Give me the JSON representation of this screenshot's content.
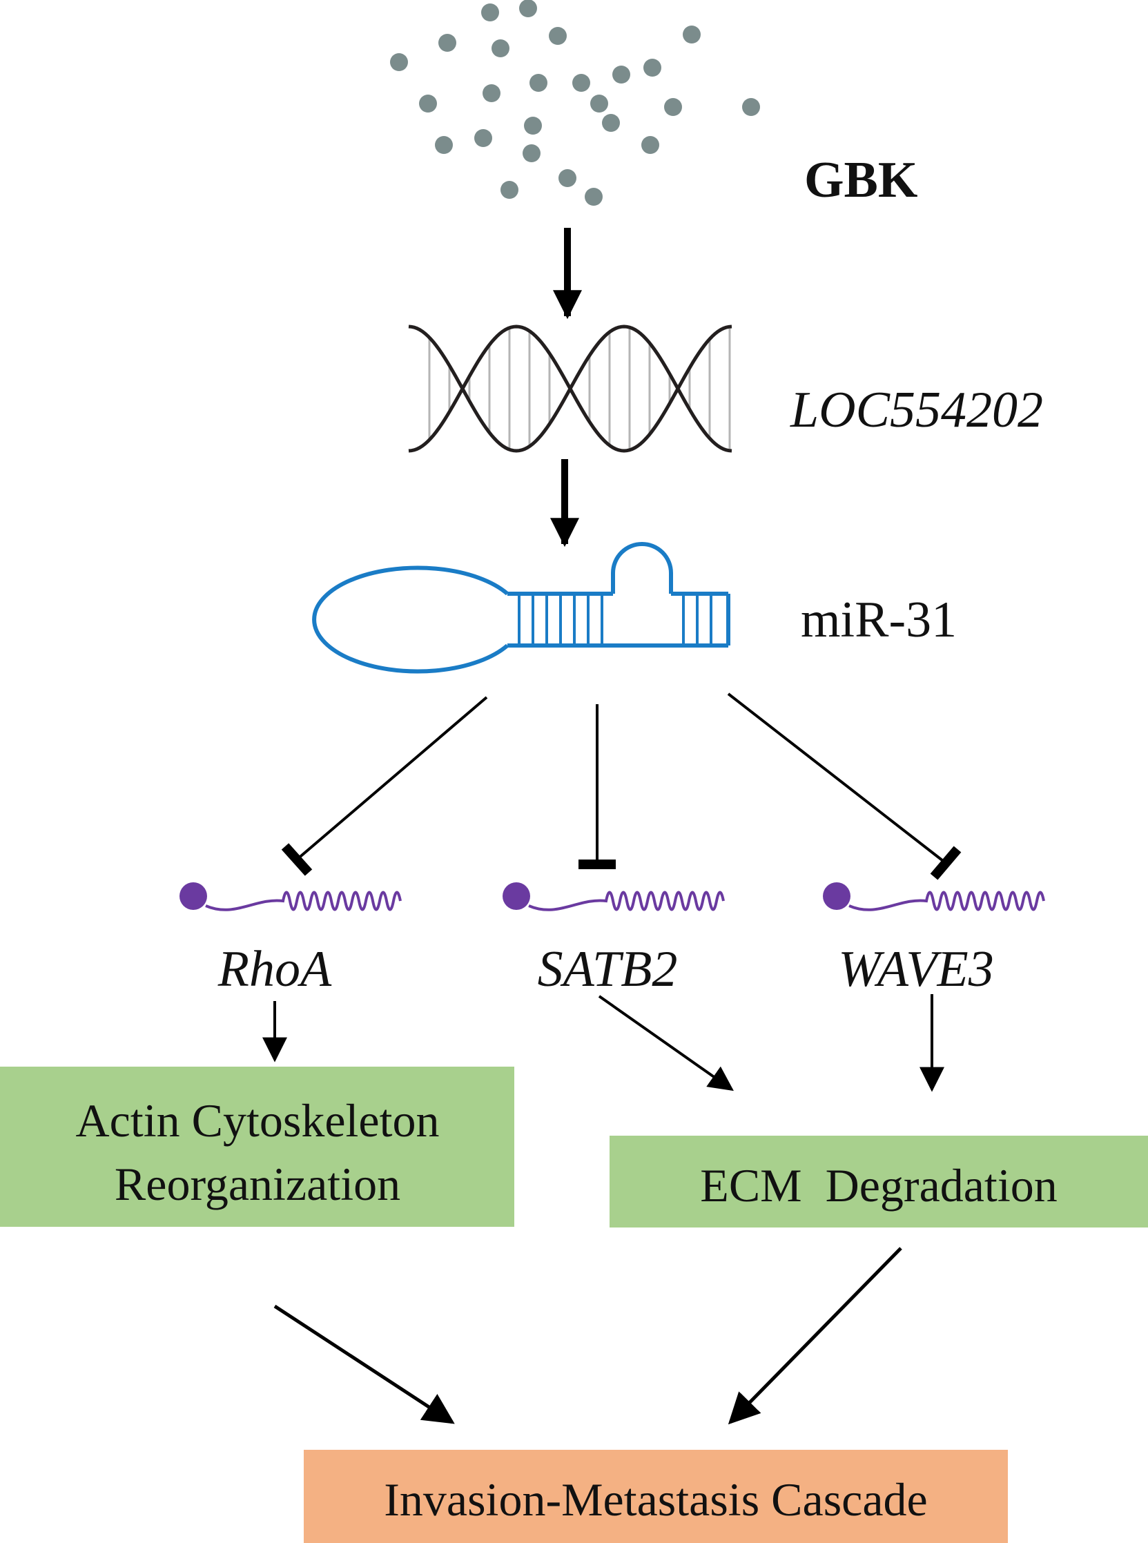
{
  "nodes": {
    "gbk": {
      "label": "GBK"
    },
    "loc": {
      "label": "LOC554202"
    },
    "mir": {
      "label": "miR-31"
    },
    "rhoa": {
      "label": "RhoA"
    },
    "satb2": {
      "label": "SATB2"
    },
    "wave3": {
      "label": "WAVE3"
    },
    "actin": {
      "line1": "Actin Cytoskeleton",
      "line2": "Reorganization"
    },
    "ecm": {
      "label": "ECM  Degradation"
    },
    "invasion": {
      "label": "Invasion-Metastasis Cascade"
    }
  },
  "colors": {
    "dots": "#7b8c8c",
    "dna_strand": "#231f1f",
    "dna_rungs": "#b5b5b5",
    "hairpin": "#1a7cc6",
    "mrna": "#6a3aa0",
    "green_box": "#a8d08d",
    "orange_box": "#f4b183",
    "arrow": "#000000"
  },
  "icons": [
    "compound-dots-icon",
    "dna-helix-icon",
    "mirna-hairpin-icon",
    "mrna-icon"
  ]
}
